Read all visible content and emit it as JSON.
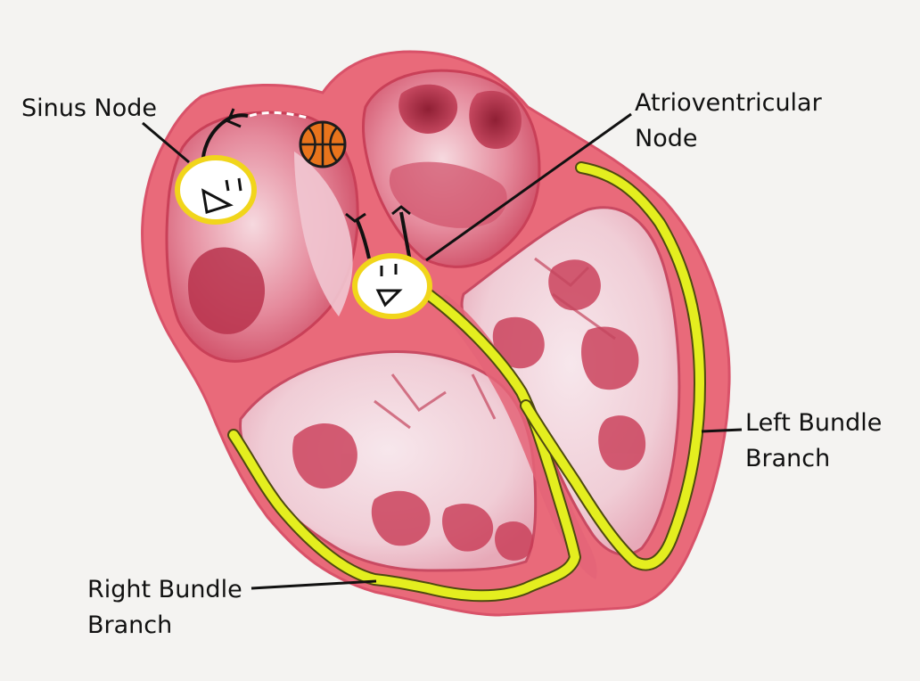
{
  "labels": {
    "sinus_node": "Sinus Node",
    "av_node": [
      "Atrioventricular",
      "Node"
    ],
    "left_bundle_branch": [
      "Left Bundle",
      "Branch"
    ],
    "right_bundle_branch": [
      "Right Bundle",
      "Branch"
    ]
  },
  "colors": {
    "background": "#f4f3f1",
    "heart_wall": "#e96a7a",
    "chamber_interior": "#f3dbe1",
    "muscle_dark": "#c93a55",
    "conduction_path": "#e4ee1f",
    "node_fill": "#ffffff",
    "node_ring": "#f1d51b",
    "leader_line": "#111111",
    "ball": "#e8741c"
  },
  "icons": [
    "basketball-icon",
    "smiley-face-icon"
  ]
}
